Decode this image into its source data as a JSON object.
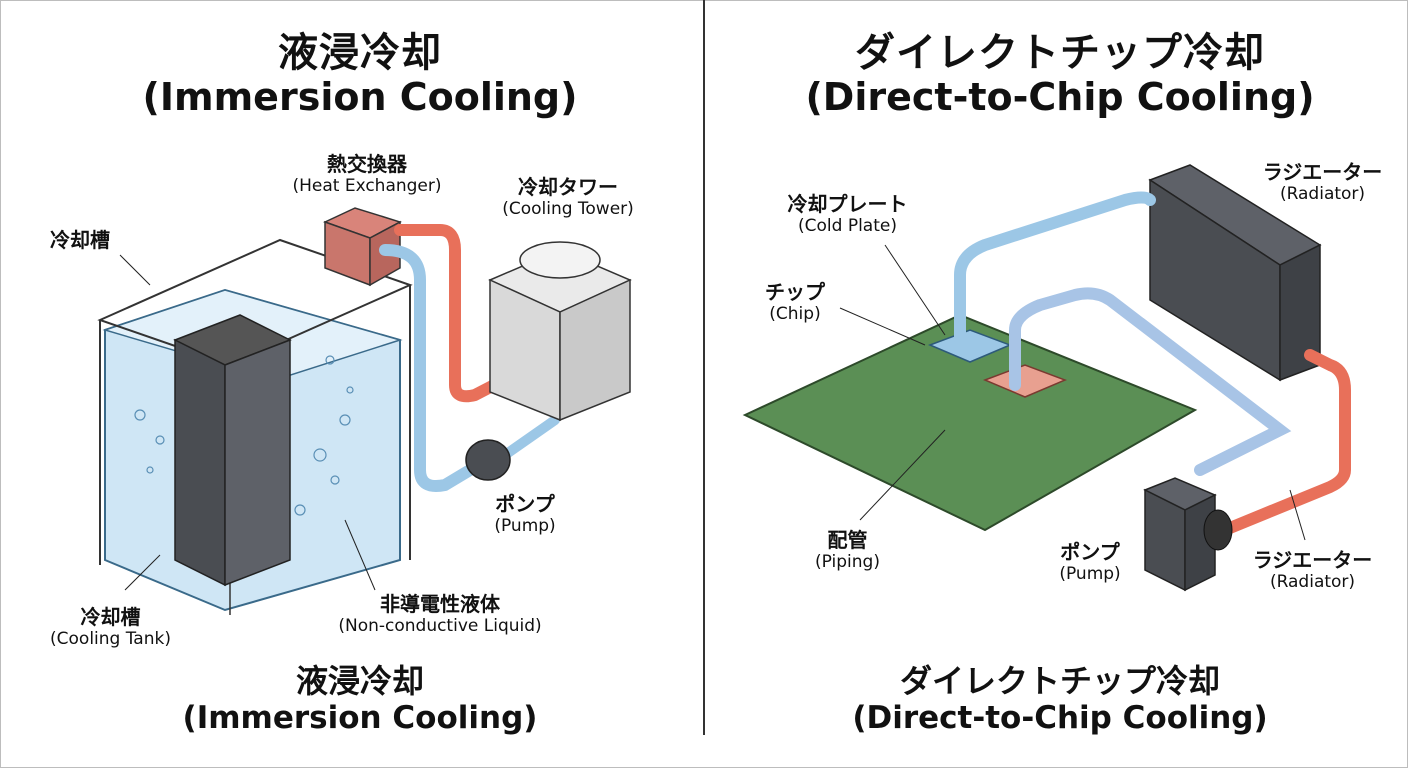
{
  "left_panel": {
    "title_jp": "液浸冷却",
    "title_en": "(Immersion Cooling)",
    "labels": {
      "heat_exchanger": {
        "jp": "熱交換器",
        "en": "(Heat Exchanger)"
      },
      "cooling_tower": {
        "jp": "冷却タワー",
        "en": "(Cooling Tower)"
      },
      "cooling_tank_top": {
        "jp": "冷却槽"
      },
      "pump": {
        "jp": "ポンプ",
        "en": "(Pump)"
      },
      "cooling_tank": {
        "jp": "冷却槽",
        "en": "(Cooling Tank)"
      },
      "liquid": {
        "jp": "非導電性液体",
        "en": "(Non-conductive Liquid)"
      }
    },
    "footer_jp": "液浸冷却",
    "footer_en": "(Immersion Cooling)"
  },
  "right_panel": {
    "title_jp": "ダイレクトチップ冷却",
    "title_en": "(Direct-to-Chip Cooling)",
    "labels": {
      "cold_plate": {
        "jp": "冷却プレート",
        "en": "(Cold Plate)"
      },
      "chip": {
        "jp": "チップ",
        "en": "(Chip)"
      },
      "radiator_top": {
        "jp": "ラジエーター",
        "en": "(Radiator)"
      },
      "piping": {
        "jp": "配管",
        "en": "(Piping)"
      },
      "pump": {
        "jp": "ポンプ",
        "en": "(Pump)"
      },
      "radiator_bottom": {
        "jp": "ラジエーター",
        "en": "(Radiator)"
      }
    },
    "footer_jp": "ダイレクトチップ冷却",
    "footer_en": "(Direct-to-Chip Cooling)"
  },
  "colors": {
    "hot_pipe": "#e8705a",
    "cold_pipe": "#9cc7e6",
    "liquid": "#cfe6f5",
    "pcb": "#5b8f55",
    "device_dark": "#4a4d52",
    "tower_grey": "#d9d9d9"
  }
}
